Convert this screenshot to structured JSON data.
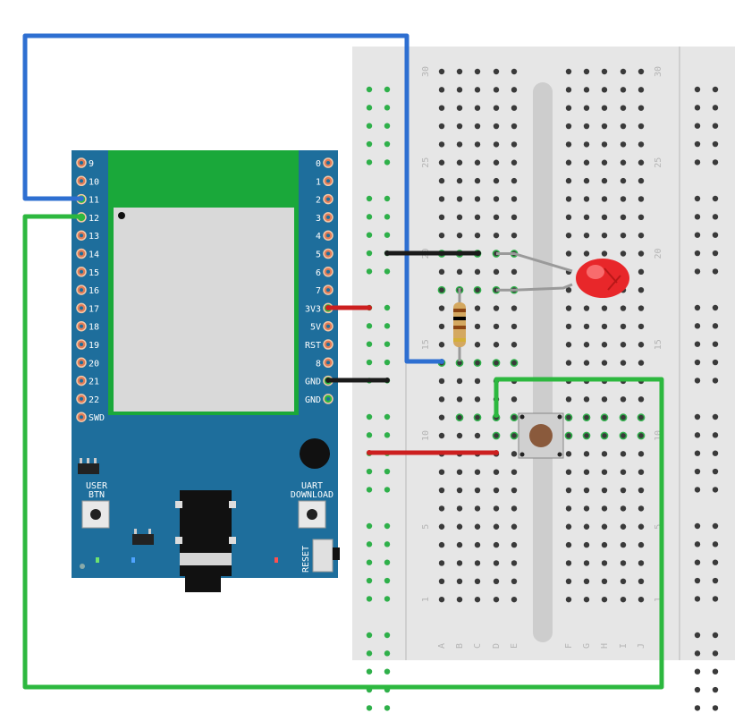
{
  "board": {
    "left_pins": [
      "9",
      "10",
      "11",
      "12",
      "13",
      "14",
      "15",
      "16",
      "17",
      "18",
      "19",
      "20",
      "21",
      "22",
      "SWD"
    ],
    "right_pins": [
      "0",
      "1",
      "2",
      "3",
      "4",
      "5",
      "6",
      "7",
      "3V3",
      "5V",
      "RST",
      "8",
      "GND",
      "GND"
    ],
    "user_btn_label_line1": "USER",
    "user_btn_label_line2": "BTN",
    "uart_label_line1": "UART",
    "uart_label_line2": "DOWNLOAD",
    "reset_label": "RESET",
    "colors": {
      "pcb": "#1e6e9c",
      "module": "#1aa83a",
      "shield": "#d9d9d9"
    }
  },
  "breadboard": {
    "row_numbers": [
      "30",
      "25",
      "20",
      "15",
      "10",
      "5",
      "1"
    ],
    "column_letters_left": [
      "A",
      "B",
      "C",
      "D",
      "E"
    ],
    "column_letters_right": [
      "F",
      "G",
      "H",
      "I",
      "J"
    ],
    "colors": {
      "body": "#e6e6e6",
      "hole": "#3a3a3a",
      "active_hole": "#2fb04a"
    }
  },
  "components": {
    "led_color": "#e8272a",
    "resistor_color": "#d4a860",
    "button_color": "#8a5a3c"
  },
  "wires": {
    "blue": "#2e6fd1",
    "green": "#2db83f",
    "red": "#cc1f1f",
    "black": "#1a1a1a"
  }
}
